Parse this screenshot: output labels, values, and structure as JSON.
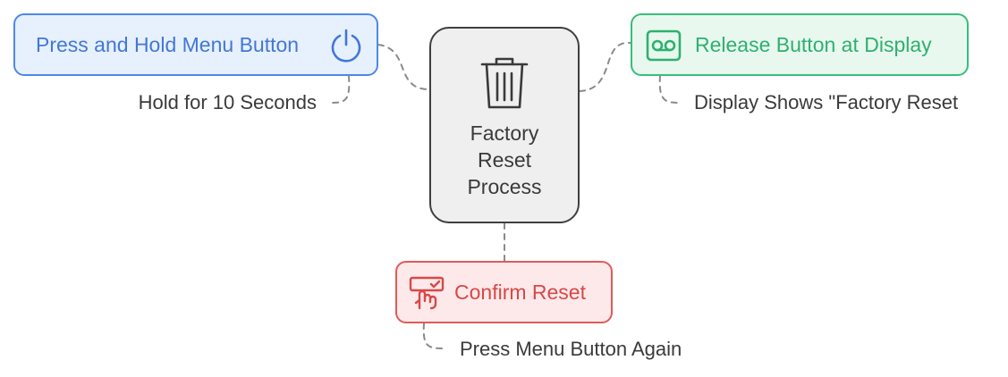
{
  "nodes": {
    "center": {
      "label": "Factory Reset Process",
      "icon": "trash-icon"
    },
    "press_hold": {
      "label": "Press and Hold Menu Button",
      "icon": "power-icon",
      "color": "#4e88e6"
    },
    "release": {
      "label": "Release Button at Display",
      "icon": "voicemail-icon",
      "color": "#39bd7b"
    },
    "confirm": {
      "label": "Confirm Reset",
      "icon": "hand-touch-icon",
      "color": "#df5a5a"
    }
  },
  "notes": {
    "hold": "Hold for 10 Seconds",
    "display": "Display Shows \"Factory Reset",
    "press_again": "Press Menu Button Again"
  }
}
